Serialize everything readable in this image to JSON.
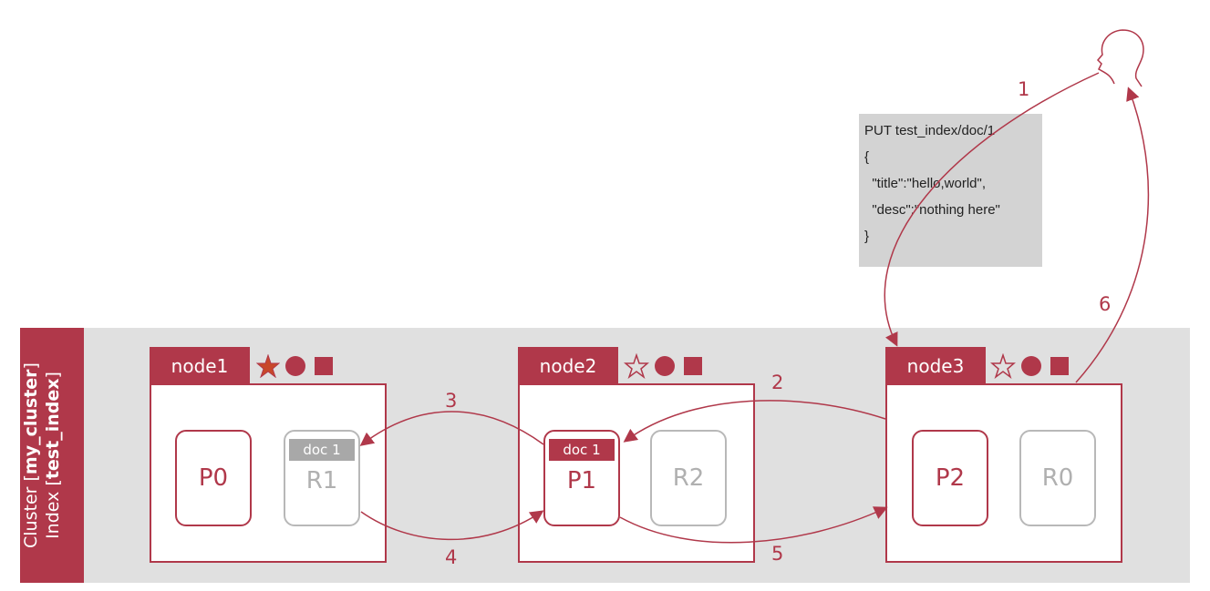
{
  "cluster": {
    "label_prefix": "Cluster [",
    "cluster_name": "my_cluster",
    "label_mid": "]",
    "index_prefix": "Index [",
    "index_name": "test_index",
    "index_suffix": "]"
  },
  "request": {
    "lines": [
      "PUT test_index/doc/1",
      "{",
      "  \"title\":\"hello,world\",",
      "  \"desc\":\"nothing here\"",
      "}"
    ]
  },
  "nodes": [
    {
      "name": "node1",
      "star": "filled",
      "shards": [
        {
          "label": "P0",
          "kind": "primary"
        },
        {
          "label": "R1",
          "kind": "replica",
          "doc": "doc 1"
        }
      ]
    },
    {
      "name": "node2",
      "star": "outline",
      "shards": [
        {
          "label": "P1",
          "kind": "primary",
          "doc": "doc 1"
        },
        {
          "label": "R2",
          "kind": "replica"
        }
      ]
    },
    {
      "name": "node3",
      "star": "outline",
      "shards": [
        {
          "label": "P2",
          "kind": "primary"
        },
        {
          "label": "R0",
          "kind": "replica"
        }
      ]
    }
  ],
  "steps": [
    "1",
    "2",
    "3",
    "4",
    "5",
    "6"
  ],
  "colors": {
    "accent": "#b0384a",
    "star_fill": "#c8482a",
    "band": "#e0e0e0",
    "replica": "#b0b0b0",
    "request_bg": "#d3d3d3"
  },
  "icons": [
    "person-head-icon",
    "star-icon",
    "circle-icon",
    "square-icon"
  ]
}
